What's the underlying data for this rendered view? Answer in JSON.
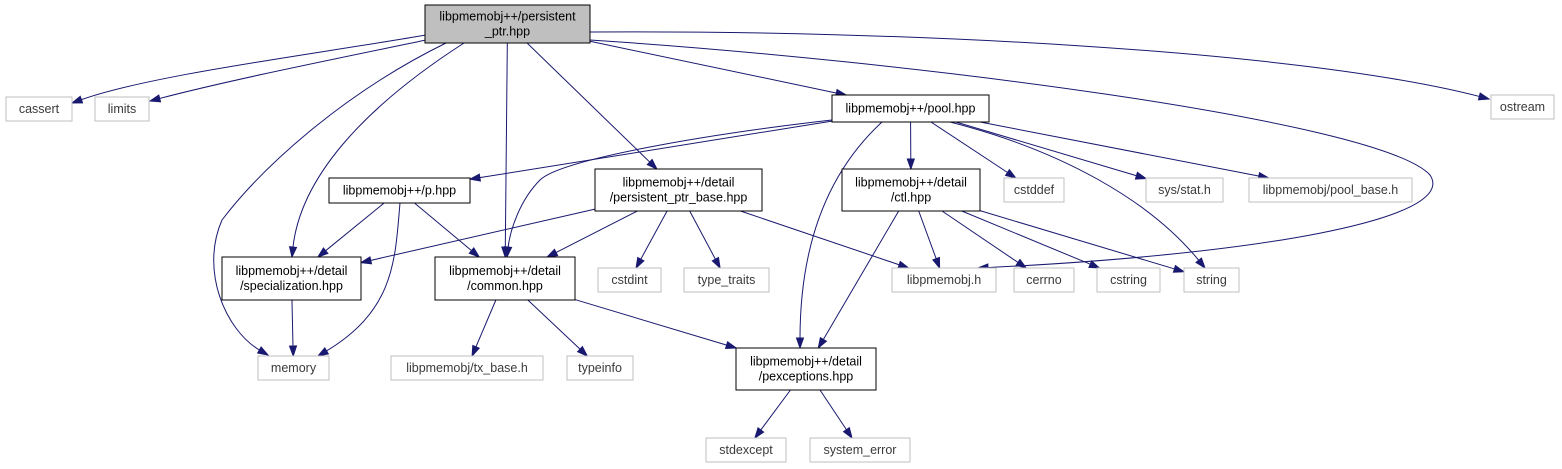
{
  "diagram": {
    "colors": {
      "edge": "#191970",
      "root_fill": "#bfbfbf",
      "system_border": "#bfbfbf",
      "local_border": "#000000"
    },
    "nodes": [
      {
        "id": "persistent_ptr",
        "kind": "root",
        "lines": [
          "libpmemobj++/persistent",
          "_ptr.hpp"
        ]
      },
      {
        "id": "cassert",
        "kind": "system",
        "lines": [
          "cassert"
        ]
      },
      {
        "id": "limits",
        "kind": "system",
        "lines": [
          "limits"
        ]
      },
      {
        "id": "pool",
        "kind": "local",
        "lines": [
          "libpmemobj++/pool.hpp"
        ]
      },
      {
        "id": "ostream",
        "kind": "system",
        "lines": [
          "ostream"
        ]
      },
      {
        "id": "p",
        "kind": "local",
        "lines": [
          "libpmemobj++/p.hpp"
        ]
      },
      {
        "id": "ptr_base",
        "kind": "local",
        "lines": [
          "libpmemobj++/detail",
          "/persistent_ptr_base.hpp"
        ]
      },
      {
        "id": "ctl",
        "kind": "local",
        "lines": [
          "libpmemobj++/detail",
          "/ctl.hpp"
        ]
      },
      {
        "id": "cstddef",
        "kind": "system",
        "lines": [
          "cstddef"
        ]
      },
      {
        "id": "sysstat",
        "kind": "system",
        "lines": [
          "sys/stat.h"
        ]
      },
      {
        "id": "pool_base",
        "kind": "system",
        "lines": [
          "libpmemobj/pool_base.h"
        ]
      },
      {
        "id": "specialization",
        "kind": "local",
        "lines": [
          "libpmemobj++/detail",
          "/specialization.hpp"
        ]
      },
      {
        "id": "common",
        "kind": "local",
        "lines": [
          "libpmemobj++/detail",
          "/common.hpp"
        ]
      },
      {
        "id": "cstdint",
        "kind": "system",
        "lines": [
          "cstdint"
        ]
      },
      {
        "id": "type_traits",
        "kind": "system",
        "lines": [
          "type_traits"
        ]
      },
      {
        "id": "libpmemobj",
        "kind": "system",
        "lines": [
          "libpmemobj.h"
        ]
      },
      {
        "id": "cerrno",
        "kind": "system",
        "lines": [
          "cerrno"
        ]
      },
      {
        "id": "cstring",
        "kind": "system",
        "lines": [
          "cstring"
        ]
      },
      {
        "id": "string",
        "kind": "system",
        "lines": [
          "string"
        ]
      },
      {
        "id": "memory",
        "kind": "system",
        "lines": [
          "memory"
        ]
      },
      {
        "id": "tx_base",
        "kind": "system",
        "lines": [
          "libpmemobj/tx_base.h"
        ]
      },
      {
        "id": "typeinfo",
        "kind": "system",
        "lines": [
          "typeinfo"
        ]
      },
      {
        "id": "pexceptions",
        "kind": "local",
        "lines": [
          "libpmemobj++/detail",
          "/pexceptions.hpp"
        ]
      },
      {
        "id": "stdexcept",
        "kind": "system",
        "lines": [
          "stdexcept"
        ]
      },
      {
        "id": "system_error",
        "kind": "system",
        "lines": [
          "system_error"
        ]
      }
    ],
    "edges": [
      [
        "persistent_ptr",
        "cassert"
      ],
      [
        "persistent_ptr",
        "limits"
      ],
      [
        "persistent_ptr",
        "pool"
      ],
      [
        "persistent_ptr",
        "ostream"
      ],
      [
        "persistent_ptr",
        "ptr_base"
      ],
      [
        "persistent_ptr",
        "specialization"
      ],
      [
        "persistent_ptr",
        "common"
      ],
      [
        "persistent_ptr",
        "memory"
      ],
      [
        "persistent_ptr",
        "libpmemobj"
      ],
      [
        "pool",
        "p"
      ],
      [
        "pool",
        "common"
      ],
      [
        "pool",
        "ctl"
      ],
      [
        "pool",
        "cstddef"
      ],
      [
        "pool",
        "sysstat"
      ],
      [
        "pool",
        "pool_base"
      ],
      [
        "pool",
        "string"
      ],
      [
        "pool",
        "pexceptions"
      ],
      [
        "p",
        "specialization"
      ],
      [
        "p",
        "common"
      ],
      [
        "p",
        "memory"
      ],
      [
        "ptr_base",
        "specialization"
      ],
      [
        "ptr_base",
        "common"
      ],
      [
        "ptr_base",
        "cstdint"
      ],
      [
        "ptr_base",
        "type_traits"
      ],
      [
        "ptr_base",
        "libpmemobj"
      ],
      [
        "ctl",
        "libpmemobj"
      ],
      [
        "ctl",
        "cerrno"
      ],
      [
        "ctl",
        "cstring"
      ],
      [
        "ctl",
        "string"
      ],
      [
        "ctl",
        "pexceptions"
      ],
      [
        "specialization",
        "memory"
      ],
      [
        "common",
        "tx_base"
      ],
      [
        "common",
        "typeinfo"
      ],
      [
        "common",
        "pexceptions"
      ],
      [
        "pexceptions",
        "stdexcept"
      ],
      [
        "pexceptions",
        "system_error"
      ]
    ]
  }
}
